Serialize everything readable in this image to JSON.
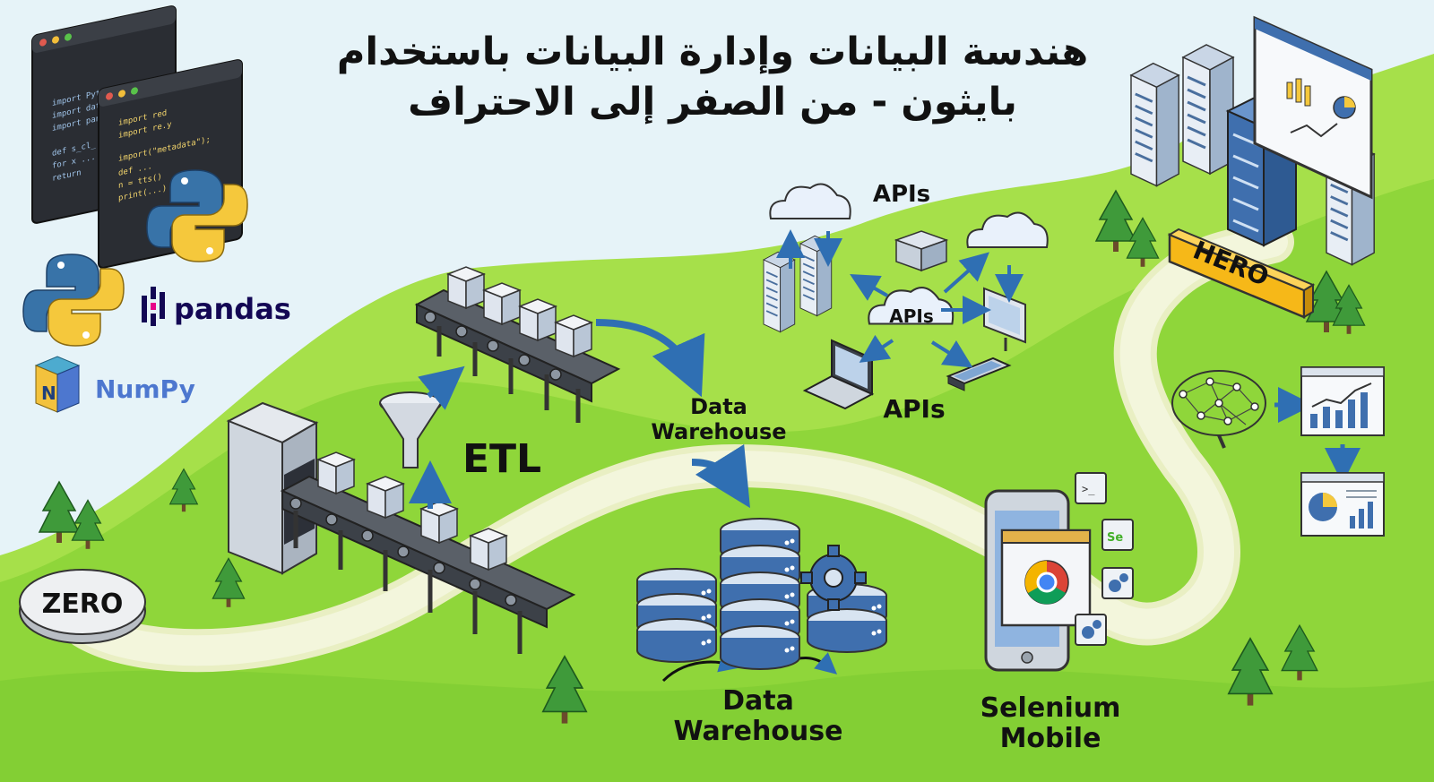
{
  "title": {
    "line1": "هندسة البيانات وإدارة البيانات باستخدام",
    "line2": "بايثون - من الصفر إلى الاحتراف"
  },
  "labels": {
    "zero": "ZERO",
    "hero": "HERO",
    "etl": "ETL",
    "apis_top": "APIs",
    "apis_center": "APIs",
    "apis_bottom": "APIs",
    "dw_upper_line1": "Data",
    "dw_upper_line2": "Warehouse",
    "dw_lower_line1": "Data",
    "dw_lower_line2": "Warehouse",
    "selenium_line1": "Selenium",
    "selenium_line2": "Mobile"
  },
  "logos": {
    "pandas": "pandas",
    "numpy": "NumPy"
  },
  "code_windows": {
    "back": [
      "import Python",
      "import data_proc.sql",
      "import pandas",
      "",
      "def s_cl_",
      "  for x ...",
      "  return"
    ],
    "front": [
      "import red",
      "import re.y",
      "",
      "import(\"metadata\");",
      "def ...",
      "  n = tts()",
      "  print(...)"
    ]
  },
  "colors": {
    "grass": "#8fd63a",
    "grass_dark": "#6fbf28",
    "sky": "#e6f3f8",
    "path": "#eef2c8",
    "server_blue": "#3f6fae",
    "arrow_blue": "#2f6fb3",
    "python_blue": "#3873a8",
    "python_yellow": "#f5c83c",
    "hero_sign": "#f6b818"
  }
}
